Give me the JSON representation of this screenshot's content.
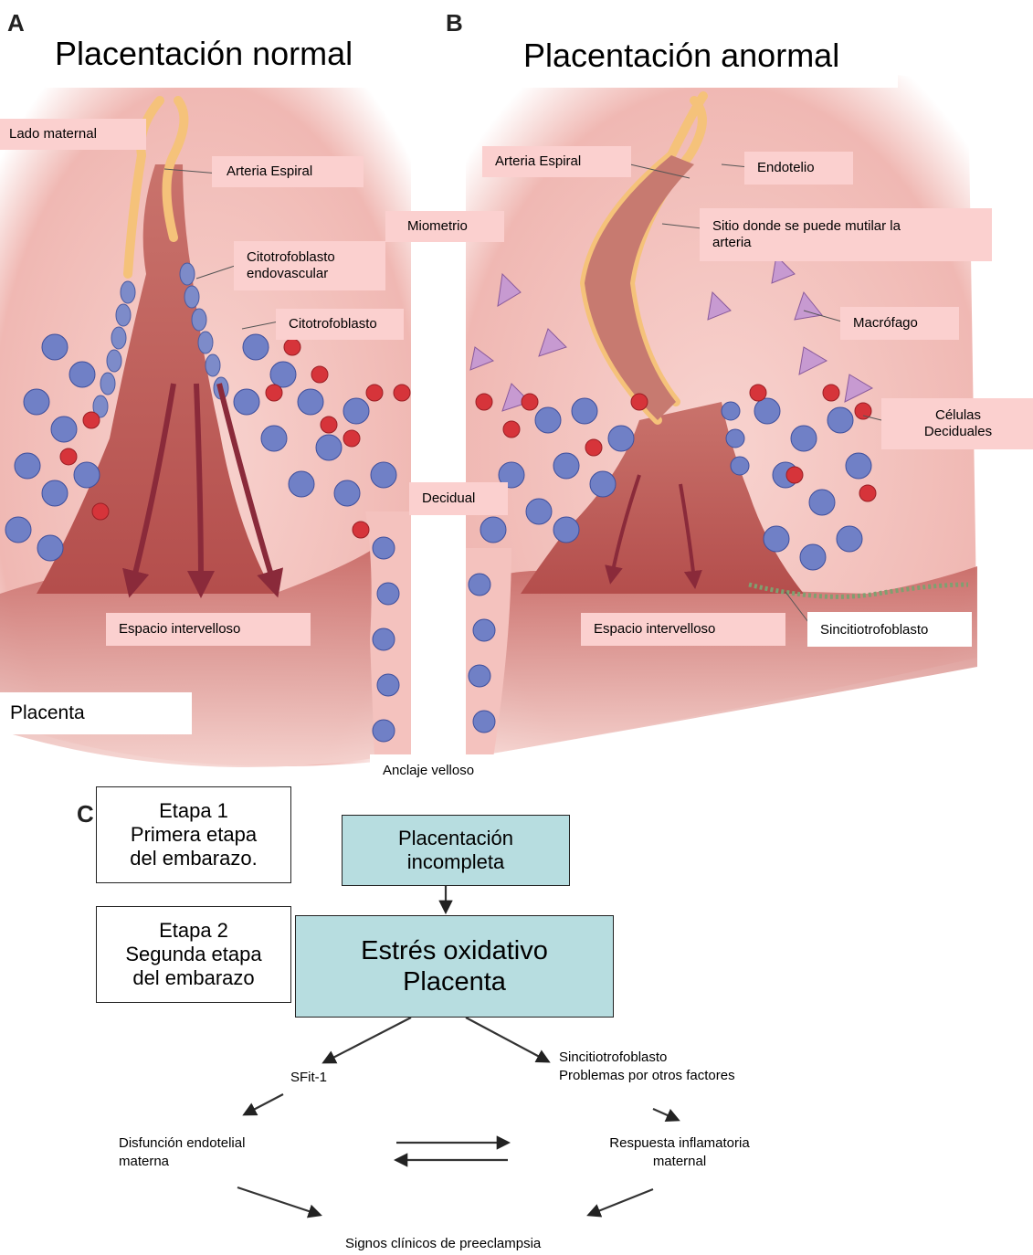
{
  "panels": {
    "a": {
      "letter": "A",
      "title": "Placentación normal",
      "labels": {
        "lado_maternal": "Lado maternal",
        "arteria_espiral": "Arteria Espiral",
        "miometrio": "Miometrio",
        "citotrofoblasto_endovascular": "Citotrofoblasto\nendovascular",
        "citotrofoblasto": "Citotrofoblasto",
        "decidual": "Decidual",
        "espacio_intervelloso": "Espacio intervelloso",
        "placenta": "Placenta",
        "anclaje_velloso": "Anclaje velloso"
      }
    },
    "b": {
      "letter": "B",
      "title": "Placentación anormal",
      "labels": {
        "arteria_espiral": "Arteria Espiral",
        "endotelio": "Endotelio",
        "sitio_mutilar": "Sitio donde se puede mutilar la\narteria",
        "macrofago": "Macrófago",
        "celulas_deciduales": "Células\nDeciduales",
        "espacio_intervelloso": "Espacio intervelloso",
        "sincitiotrofoblasto": "Sincitiotrofoblasto"
      }
    },
    "c": {
      "letter": "C",
      "etapa1": "Etapa 1\nPrimera etapa\ndel embarazo.",
      "etapa2": "Etapa 2\nSegunda etapa\ndel embarazo",
      "placentacion_incompleta": "Placentación\nincompleta",
      "estres_oxidativo": "Estrés oxidativo\nPlacenta",
      "sfit1": "SFit-1",
      "sincitio_problemas": "Sincitiotrofoblasto\nProblemas por otros factores",
      "disfuncion_endotelial": "Disfunción endotelial\nmaterna",
      "respuesta_inflamatoria": "Respuesta inflamatoria\nmaternal",
      "signos_clinicos": "Signos clínicos de preeclampsia"
    }
  },
  "colors": {
    "tissue_pink": "#f2c3bf",
    "lumen_red": "#b85a55",
    "label_pink": "#fbd0cf",
    "teal_box": "#b7dde0",
    "artery_yellow": "#f5c27a",
    "cell_blue": "#6f7fc4",
    "cell_red": "#d6343a",
    "arrow_dark": "#8a2a3a"
  }
}
